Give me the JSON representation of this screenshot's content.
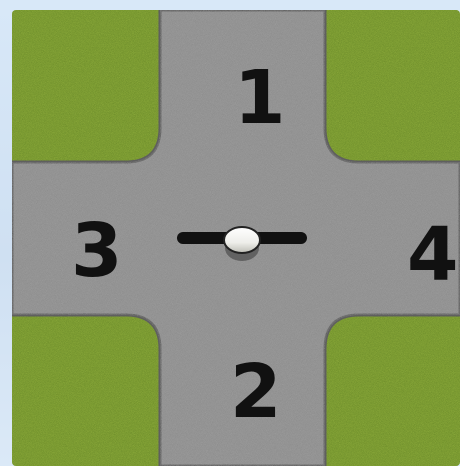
{
  "scene": {
    "roads": [
      {
        "id": "north",
        "label": "1"
      },
      {
        "id": "south",
        "label": "2"
      },
      {
        "id": "west",
        "label": "3"
      },
      {
        "id": "east",
        "label": "4"
      }
    ],
    "center_marker": {
      "icon": "direction-pointer-icon"
    },
    "colors": {
      "grass": "#6f8f2c",
      "road": "#8c8c8c",
      "road_edge": "#6e6e6e",
      "label": "#111111",
      "background": "#d7e6f6"
    }
  }
}
